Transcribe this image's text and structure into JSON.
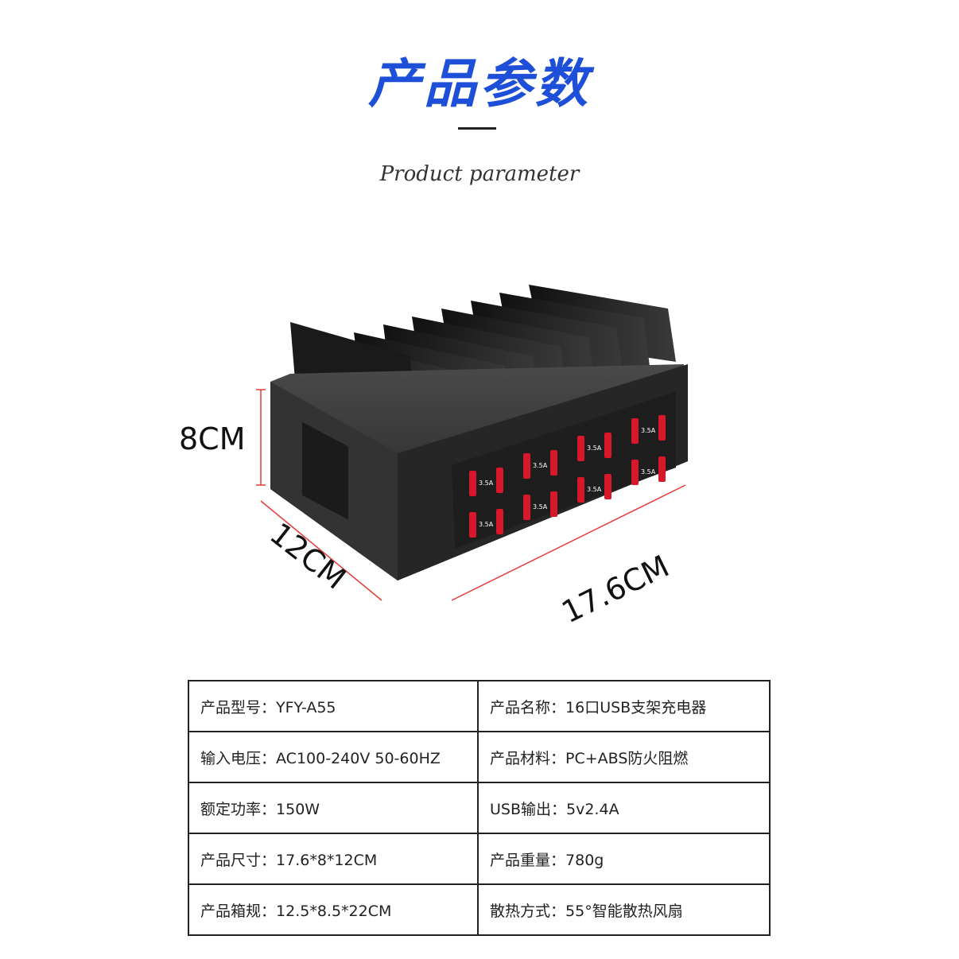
{
  "header": {
    "title": "产品参数",
    "subtitle": "Product parameter"
  },
  "product": {
    "dimensions": {
      "height": "8CM",
      "depth": "12CM",
      "width": "17.6CM"
    },
    "port_rating": "3.5A",
    "colors": {
      "body": "#2a2a2a",
      "ports": "#d6182a",
      "dimension_lines": "#e53935"
    }
  },
  "specs": {
    "rows": [
      {
        "left": {
          "label": "产品型号：",
          "value": "YFY-A55"
        },
        "right": {
          "label": "产品名称：",
          "value": "16口USB支架充电器"
        }
      },
      {
        "left": {
          "label": "输入电压：",
          "value": "AC100-240V 50-60HZ"
        },
        "right": {
          "label": "产品材料：",
          "value": "PC+ABS防火阻燃"
        }
      },
      {
        "left": {
          "label": "额定功率：",
          "value": "150W"
        },
        "right": {
          "label": "USB输出：",
          "value": "5v2.4A"
        }
      },
      {
        "left": {
          "label": "产品尺寸：",
          "value": "17.6*8*12CM"
        },
        "right": {
          "label": "产品重量：",
          "value": "780g"
        }
      },
      {
        "left": {
          "label": "产品箱规：",
          "value": "12.5*8.5*22CM"
        },
        "right": {
          "label": "散热方式：",
          "value": "55°智能散热风扇"
        }
      }
    ]
  }
}
